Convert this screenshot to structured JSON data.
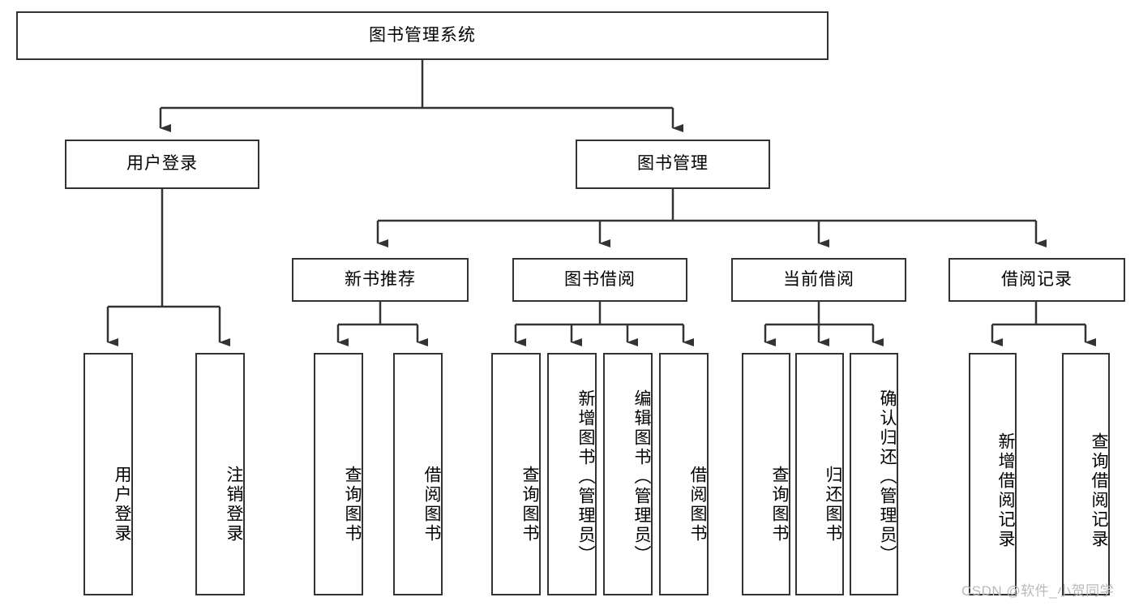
{
  "diagram": {
    "title": "图书管理系统",
    "type": "functional-structure-tree",
    "root": {
      "label": "图书管理系统"
    },
    "level2": [
      {
        "label": "用户登录"
      },
      {
        "label": "图书管理"
      }
    ],
    "level3": [
      {
        "label": "新书推荐"
      },
      {
        "label": "图书借阅"
      },
      {
        "label": "当前借阅"
      },
      {
        "label": "借阅记录"
      }
    ],
    "leaves": {
      "user_login": [
        {
          "label": "用户登录"
        },
        {
          "label": "注销登录"
        }
      ],
      "new_book_recommend": [
        {
          "label": "查询图书"
        },
        {
          "label": "借阅图书"
        }
      ],
      "book_borrow": [
        {
          "label": "查询图书"
        },
        {
          "label": "新增图书（管理员）"
        },
        {
          "label": "编辑图书（管理员）"
        },
        {
          "label": "借阅图书"
        }
      ],
      "current_borrow": [
        {
          "label": "查询图书"
        },
        {
          "label": "归还图书"
        },
        {
          "label": "确认归还（管理员）"
        }
      ],
      "borrow_record": [
        {
          "label": "新增借阅记录"
        },
        {
          "label": "查询借阅记录"
        }
      ]
    }
  },
  "watermark": {
    "text": "CSDN @软件_小贺同学"
  },
  "colors": {
    "stroke": "#333333",
    "fill": "#ffffff",
    "text": "#000000",
    "watermark": "#b9b9b9"
  }
}
